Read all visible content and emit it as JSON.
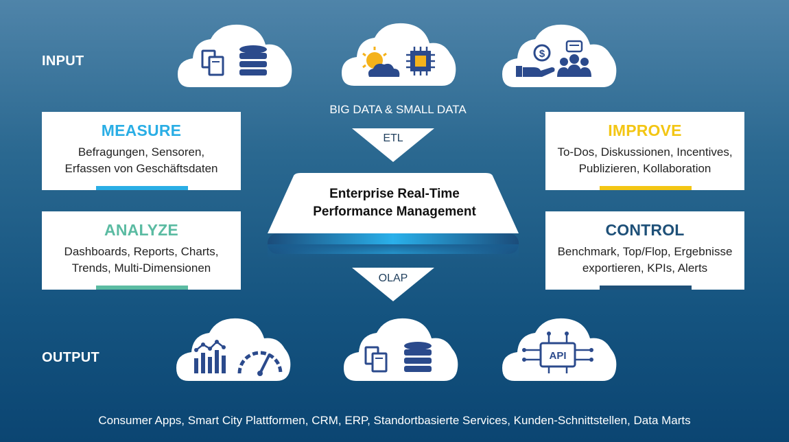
{
  "labels": {
    "input": "INPUT",
    "output": "OUTPUT"
  },
  "flow": {
    "big_data": "BIG DATA & SMALL DATA",
    "etl": "ETL",
    "olap": "OLAP",
    "center_title_1": "Enterprise Real-Time",
    "center_title_2": "Performance Management"
  },
  "boxes": {
    "measure": {
      "title": "MEASURE",
      "line1": "Befragungen, Sensoren,",
      "line2": "Erfassen von Geschäftsdaten",
      "color": "#2aaee5"
    },
    "analyze": {
      "title": "ANALYZE",
      "line1": "Dashboards, Reports, Charts,",
      "line2": "Trends, Multi-Dimensionen",
      "color": "#5bbba2"
    },
    "improve": {
      "title": "IMPROVE",
      "line1": "To-Dos, Diskussionen, Incentives,",
      "line2": "Publizieren, Kollaboration",
      "color": "#f3c614"
    },
    "control": {
      "title": "CONTROL",
      "line1": "Benchmark, Top/Flop, Ergebnisse",
      "line2": "exportieren, KPIs, Alerts",
      "color": "#1e5078"
    }
  },
  "icons": {
    "input": [
      "documents-icon",
      "database-icon",
      "weather-icon",
      "chip-icon",
      "money-hand-icon",
      "people-chat-icon"
    ],
    "output": [
      "bar-chart-icon",
      "gauge-icon",
      "documents-icon",
      "database-icon",
      "api-icon"
    ],
    "api_text": "API"
  },
  "colors": {
    "icon": "#2b4a8c",
    "cloud": "#ffffff"
  },
  "footer": "Consumer Apps, Smart City Plattformen, CRM, ERP, Standortbasierte Services, Kunden-Schnittstellen, Data Marts"
}
